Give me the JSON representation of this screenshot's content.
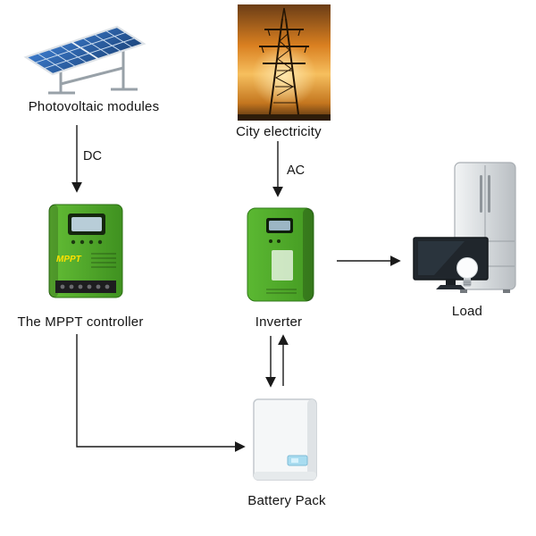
{
  "nodes": {
    "pv": {
      "label": "Photovoltaic modules"
    },
    "city": {
      "label": "City electricity"
    },
    "mppt": {
      "label": "The MPPT controller",
      "device_text": "MPPT"
    },
    "inverter": {
      "label": "Inverter"
    },
    "load": {
      "label": "Load"
    },
    "battery": {
      "label": "Battery Pack"
    }
  },
  "edges": {
    "pv_to_mppt": {
      "label": "DC"
    },
    "city_to_inverter": {
      "label": "AC"
    }
  },
  "colors": {
    "device_green": "#4faa27",
    "panel_blue": "#2f63a8",
    "sunset_orange": "#e8912a",
    "battery_body_white": "#f5f7f8",
    "arrow_black": "#1a1a1a"
  }
}
